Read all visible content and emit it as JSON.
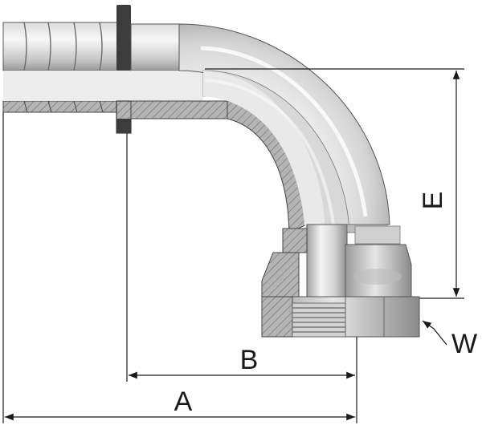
{
  "labels": {
    "a": "A",
    "b": "B",
    "e": "E",
    "w": "W"
  },
  "colors": {
    "metal_light": "#f2f2f2",
    "metal_mid": "#cfcfcf",
    "metal_dark": "#8e8e8e",
    "section": "#b4b4b4",
    "hatch": "#6e6e6e",
    "line": "#1a1a1a",
    "washer": "#3c3c3c"
  }
}
